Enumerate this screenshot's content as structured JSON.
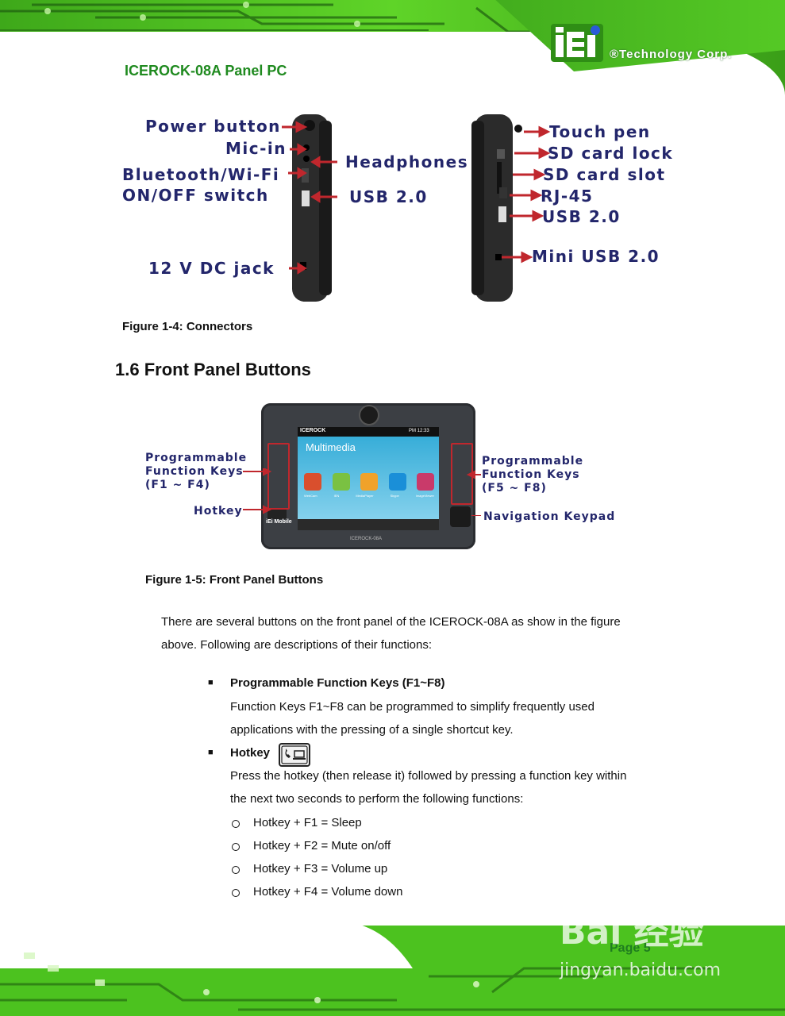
{
  "header": {
    "title": "ICEROCK-08A Panel PC",
    "logo_mark": "iEi",
    "logo_text": "®Technology Corp."
  },
  "figure4": {
    "left_labels": [
      "Power button",
      "Mic-in",
      "Bluetooth/Wi-Fi",
      "ON/OFF switch",
      "12 V DC jack"
    ],
    "mid_labels": [
      "Headphones",
      "USB 2.0"
    ],
    "right_labels": [
      "Touch pen",
      "SD card lock",
      "SD card slot",
      "RJ-45",
      "USB 2.0",
      "Mini USB 2.0"
    ],
    "caption": "Figure 1-4: Connectors"
  },
  "section": {
    "heading": "1.6 Front Panel Buttons"
  },
  "figure5": {
    "left_labels": [
      "Programmable",
      "Function Keys",
      "(F1 ~ F4)",
      "Hotkey"
    ],
    "right_labels": [
      "Programmable",
      "Function Keys",
      "(F5 ~ F8)",
      "Navigation Keypad"
    ],
    "screen": {
      "brand": "ICEROCK",
      "status": "PM 12:33",
      "app_title": "Multimedia",
      "apps": [
        "WebCam",
        "IEN",
        "MediaPlayer",
        "Skype",
        "ImageViewer"
      ],
      "bezel_logo": "iEi Mobile",
      "bezel_bottom": "ICEROCK-08A"
    },
    "caption": "Figure 1-5: Front Panel Buttons"
  },
  "body": {
    "intro_line1": "There are several buttons on the front panel of the ICEROCK-08A as show in the figure",
    "intro_line2": "above.   Following are descriptions of their functions:",
    "bullet_symbol": "■",
    "bullet1_title": "Programmable Function Keys (F1~F8)",
    "bullet1_line1": "Function Keys F1~F8 can be programmed to simplify frequently used",
    "bullet1_line2": "applications with the pressing of a single shortcut key.",
    "bullet2_title": "Hotkey",
    "bullet2_line1": "Press the hotkey (then release it) followed by pressing a function key within",
    "bullet2_line2": "the next two seconds to perform the following functions:",
    "sub_items": [
      "Hotkey + F1 = Sleep",
      "Hotkey + F2 = Mute on/off",
      "Hotkey + F3 = Volume up",
      "Hotkey + F4 = Volume down"
    ]
  },
  "footer": {
    "page": "Page 5",
    "watermark_main": "Bai 经验",
    "watermark_url": "jingyan.baidu.com"
  },
  "colors": {
    "green_text": "#1f8a1f",
    "callout_navy": "#23266b",
    "arrow_red": "#c0272d",
    "circuit_green": "#4cc21f"
  }
}
